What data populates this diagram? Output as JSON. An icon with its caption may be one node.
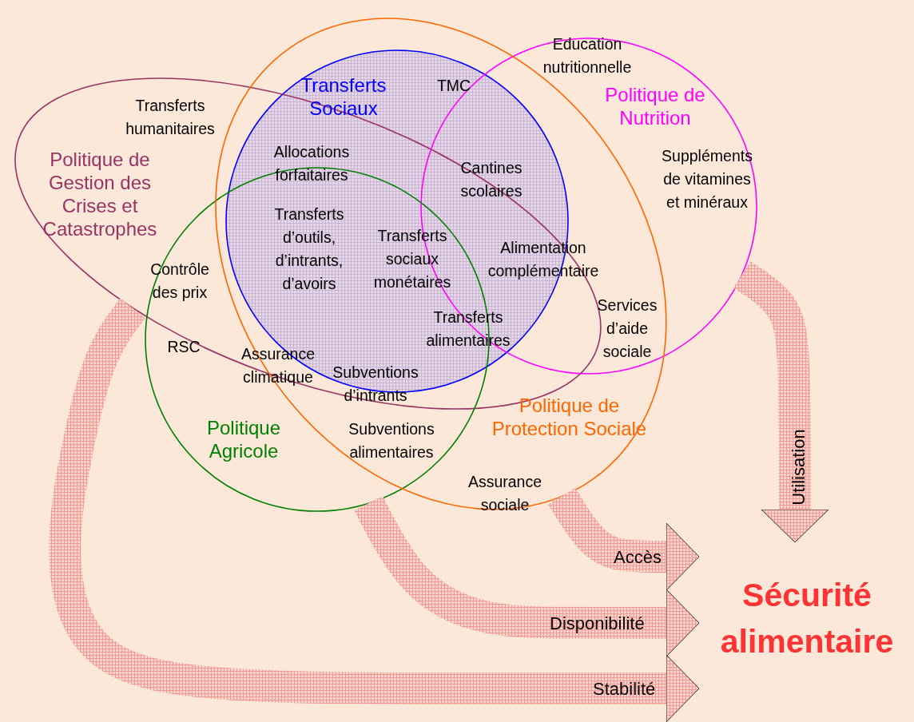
{
  "diagram": {
    "nodes": [
      {
        "text": [
          "Politique de Gestion des Crises et Catastrophes"
        ]
      },
      {
        "text": [
          "Transferts Sociaux"
        ],
        "in": 4
      },
      {
        "text": [
          "Politique de Nutrition"
        ]
      },
      {
        "text": [
          "Politique Agricole"
        ]
      },
      {
        "text": [
          "Politique de Protection Sociale"
        ]
      },
      {
        "text": [
          "Sécurité alimentaire"
        ]
      }
    ],
    "edges": [
      {
        "from": 0,
        "to": 5,
        "arrow": "to",
        "label": "Stabilité",
        "style": "thick"
      },
      {
        "from": 3,
        "to": 5,
        "arrow": "to",
        "label": "Disponibilité",
        "style": "thick"
      },
      {
        "from": 4,
        "to": 5,
        "arrow": "to",
        "label": "Accès",
        "style": "thick"
      },
      {
        "from": 2,
        "to": 5,
        "arrow": "to",
        "label": "Utilisation",
        "style": "thick"
      }
    ],
    "labels": [
      "Education nutritionnelle",
      "TMC",
      "Transferts humanitaires",
      "Allocations forfaitaires",
      "Cantines scolaires",
      "Suppléments de vitamines et minéraux",
      "Transferts d’outils, d’intrants, d’avoirs",
      "Transferts sociaux monétaires",
      "Alimentation complémentaire",
      "Contrôle des prix",
      "Transferts alimentaires",
      "Services d’aide sociale",
      "RSC",
      "Assurance climatique",
      "Subventions d’intrants",
      "Subventions alimentaires",
      "Assurance sociale"
    ]
  }
}
